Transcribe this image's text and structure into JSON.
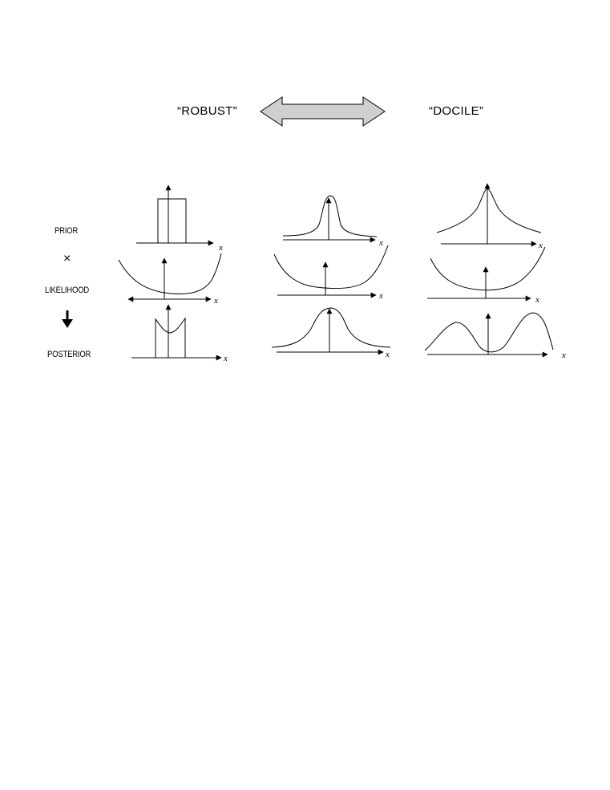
{
  "header": {
    "left": "“ROBUST”",
    "right": "“DOCILE”"
  },
  "rows": {
    "prior": "PRIOR",
    "times": "×",
    "likelihood": "LIKELIHOOD",
    "posterior": "POSTERIOR"
  },
  "axis_label": "x",
  "colors": {
    "double_arrow_fill": "#cfcfcf",
    "stroke": "#000000"
  }
}
